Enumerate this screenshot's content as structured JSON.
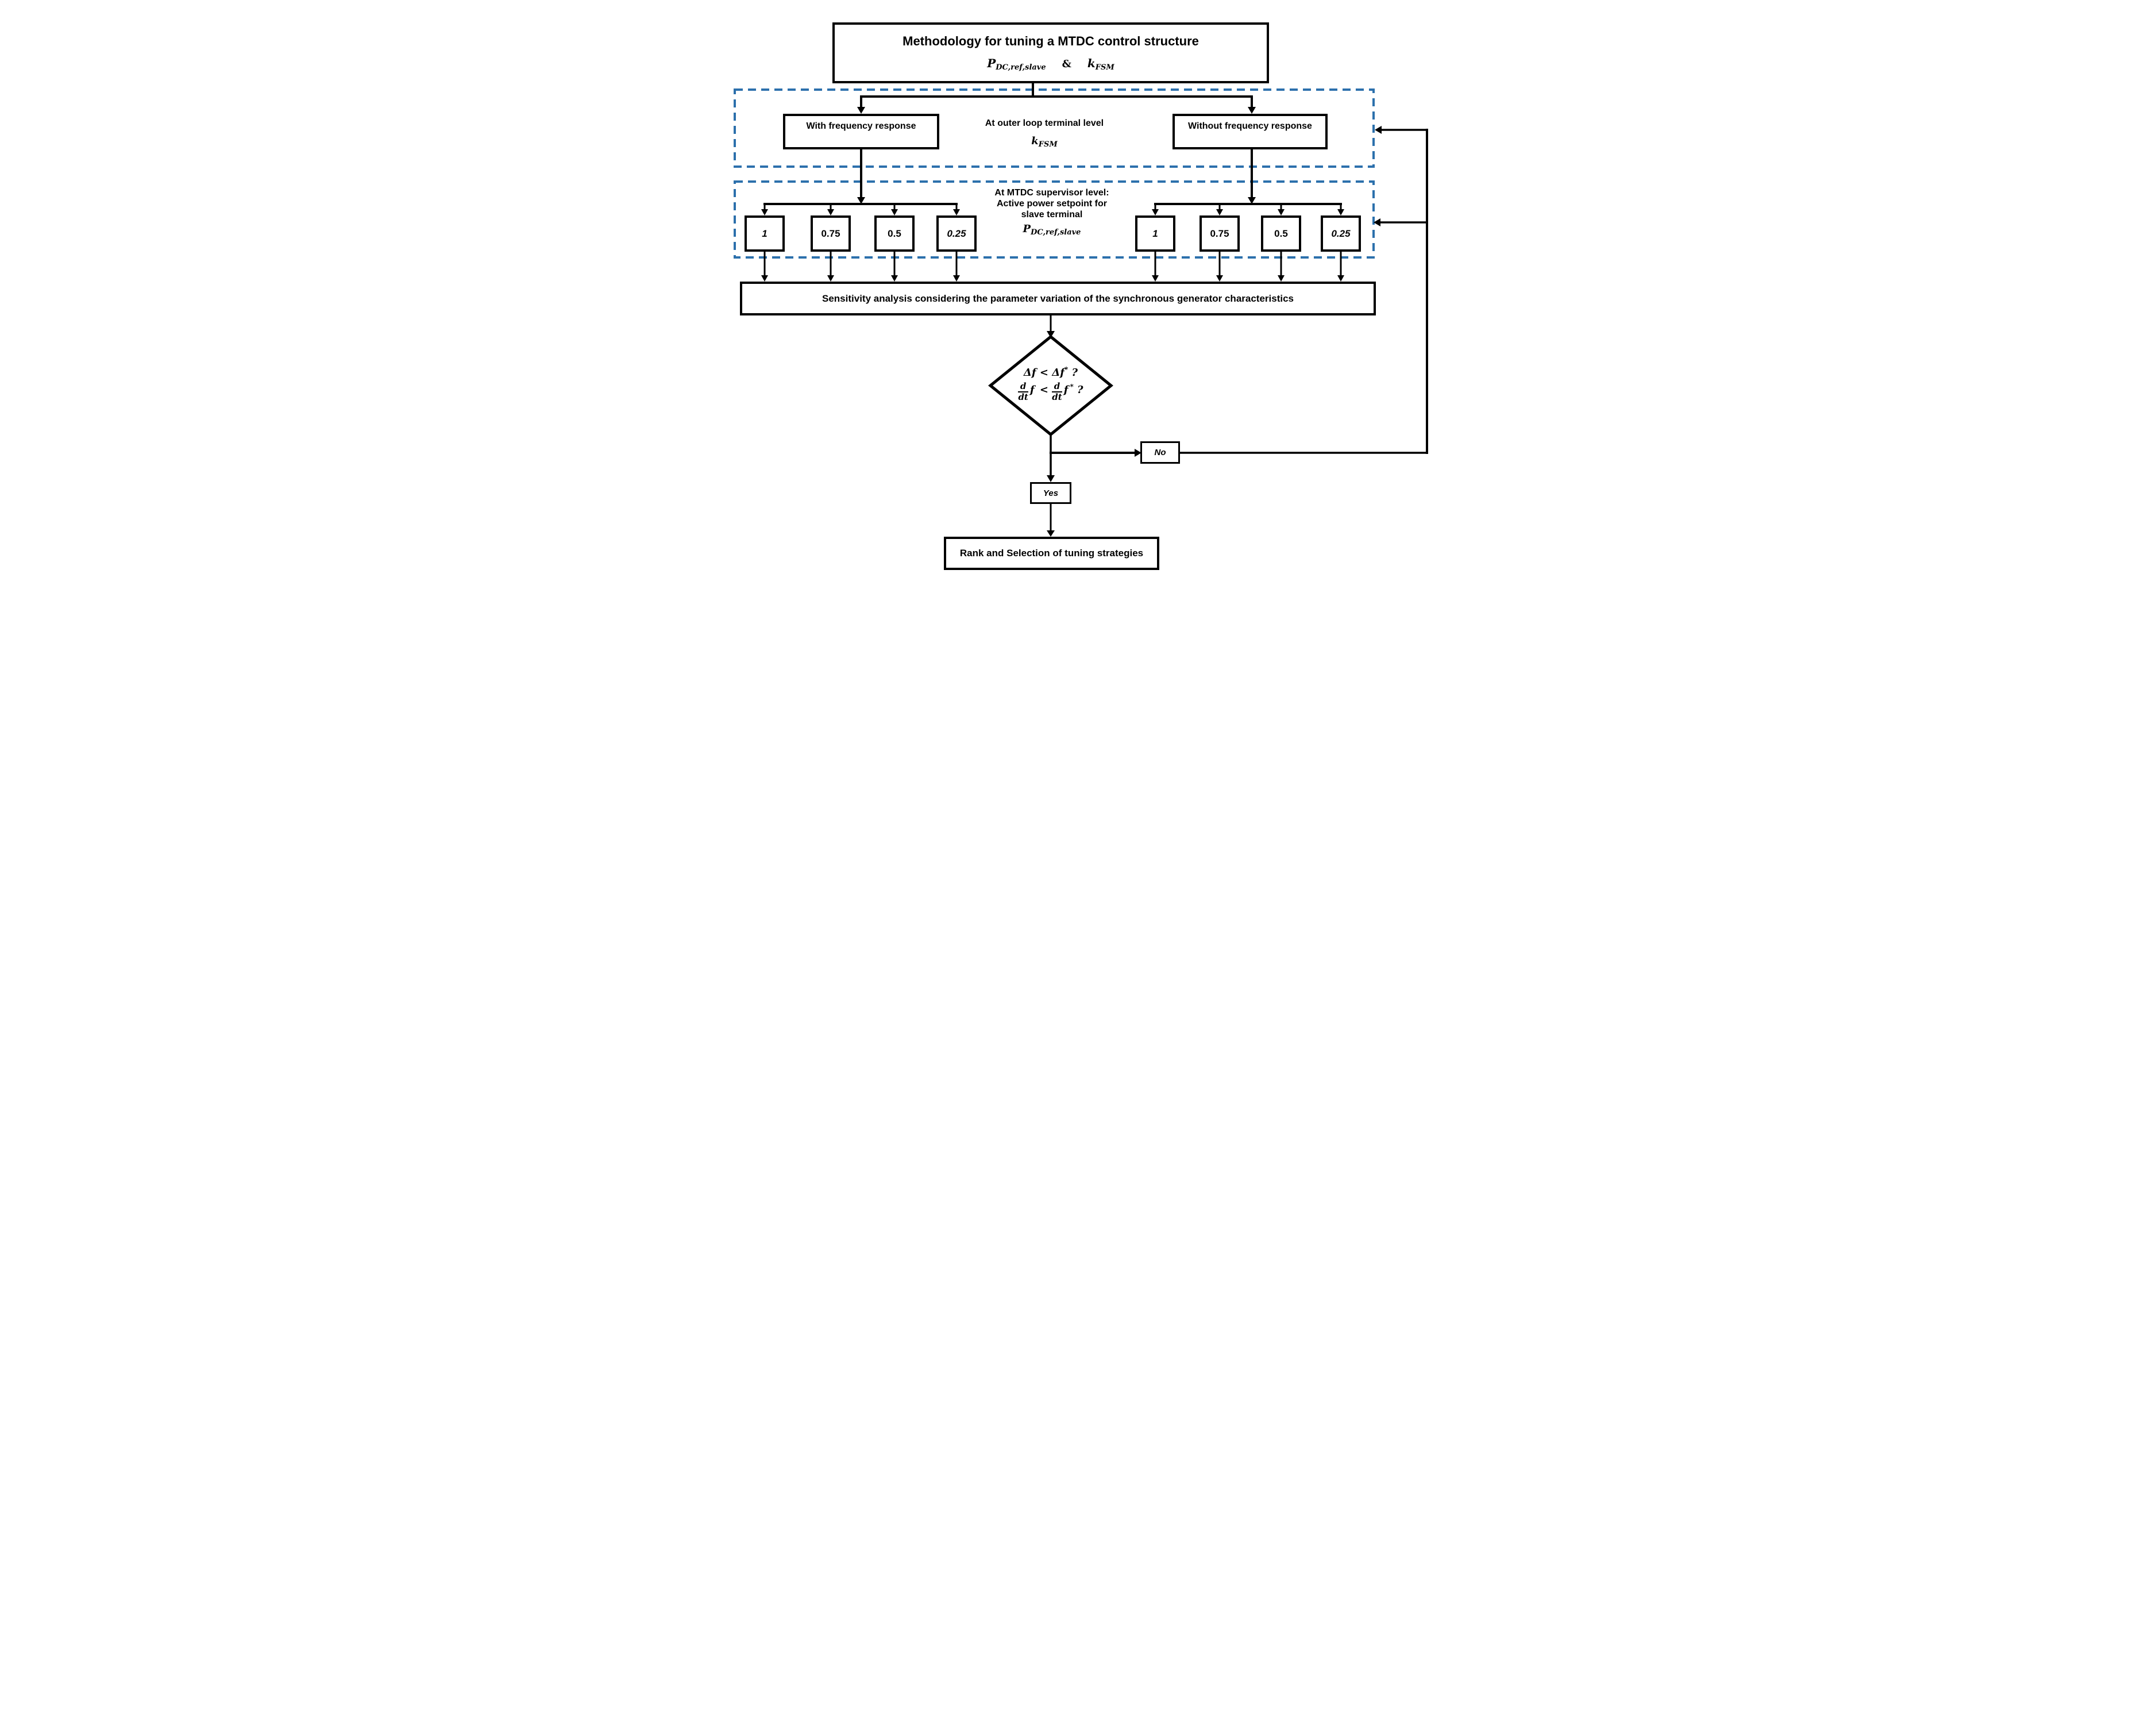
{
  "colors": {
    "dashed_border_blue": "#2C70AC",
    "line_black": "#000000"
  },
  "title_box": {
    "heading": "Methodology for tuning a MTDC control structure"
  },
  "symbols": {
    "p": "P",
    "p_sub": "DC,ref,slave",
    "ampersand": "&",
    "k": "k",
    "k_sub": "FSM"
  },
  "outer_loop": {
    "with_label": "With frequency response",
    "without_label": "Without frequency response",
    "caption": "At outer loop terminal level"
  },
  "supervisor": {
    "caption_line1": "At MTDC supervisor level:",
    "caption_line2": "Active power setpoint for",
    "caption_line3": "slave terminal",
    "left_values": [
      "1",
      "0.75",
      "0.5",
      "0.25"
    ],
    "right_values": [
      "1",
      "0.75",
      "0.5",
      "0.25"
    ]
  },
  "sensitivity": {
    "label": "Sensitivity analysis considering the parameter variation of the synchronous generator characteristics"
  },
  "decision": {
    "delta_f": "Δf",
    "less_than": "<",
    "star": "*",
    "question": "?",
    "d": "d",
    "dt": "dt",
    "f": "f"
  },
  "branches": {
    "no_label": "No",
    "yes_label": "Yes"
  },
  "final_box": {
    "label": "Rank and Selection of tuning strategies"
  }
}
